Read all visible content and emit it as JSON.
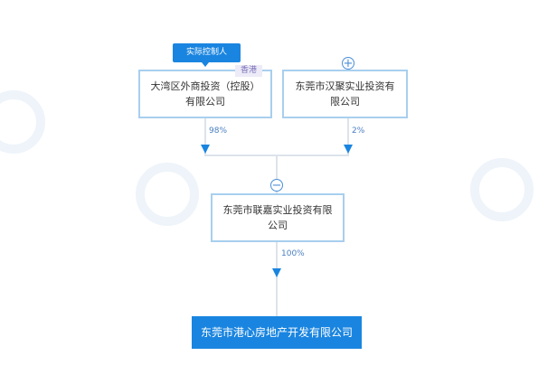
{
  "controller_badge": "实际控制人",
  "nodes": {
    "shareholder1": {
      "name": "大湾区外商投资（控股）有限公司",
      "tag": "香港",
      "percent": "98%"
    },
    "shareholder2": {
      "name": "东莞市汉聚实业投资有限公司",
      "percent": "2%"
    },
    "parent": {
      "name": "东莞市联嘉实业投资有限公司",
      "percent": "100%"
    },
    "target": {
      "name": "东莞市港心房地产开发有限公司"
    }
  },
  "colors": {
    "accent": "#1a85e0",
    "border": "#a8cfee",
    "line": "#dde3ea"
  }
}
